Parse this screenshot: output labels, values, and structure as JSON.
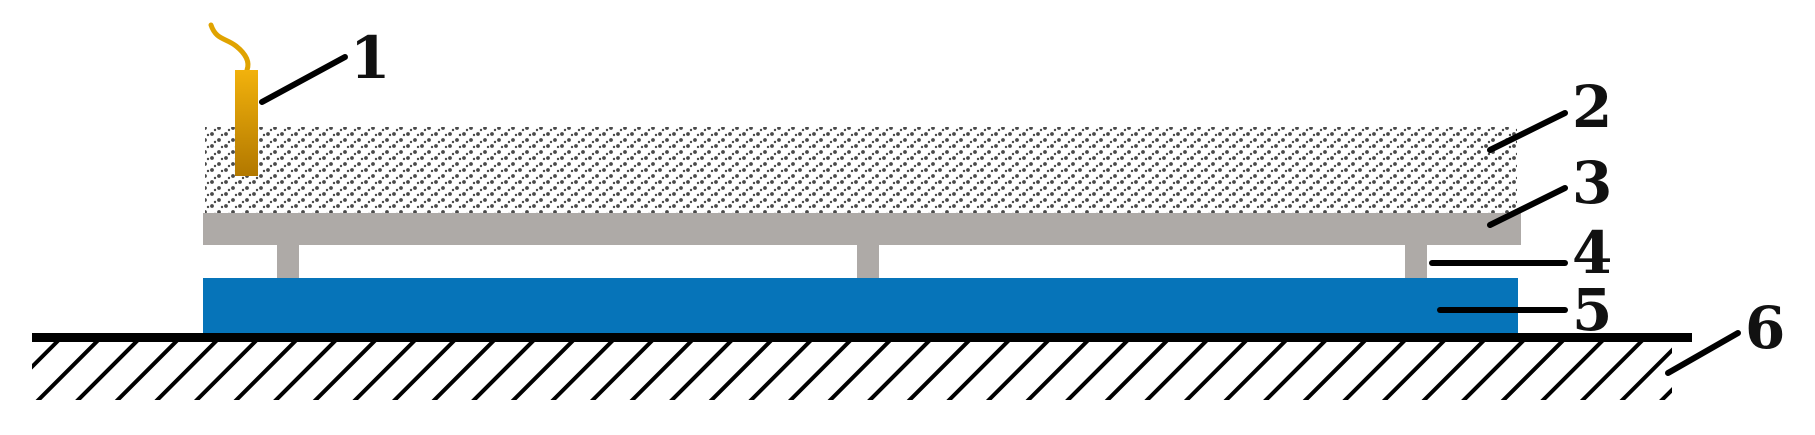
{
  "labels": {
    "detonator": "1",
    "explosive": "2",
    "flyer_plate": "3",
    "standoff": "4",
    "base_plate": "5",
    "ground": "6"
  },
  "colors": {
    "explosive_dots": "#4a4a4a",
    "flyer_plate": "#aeaaa7",
    "base_plate": "#0674b9",
    "ground_line": "#000000",
    "detonator_top": "#f2b20c",
    "detonator_bottom": "#b27800",
    "detonator_wire": "#e0a300"
  }
}
